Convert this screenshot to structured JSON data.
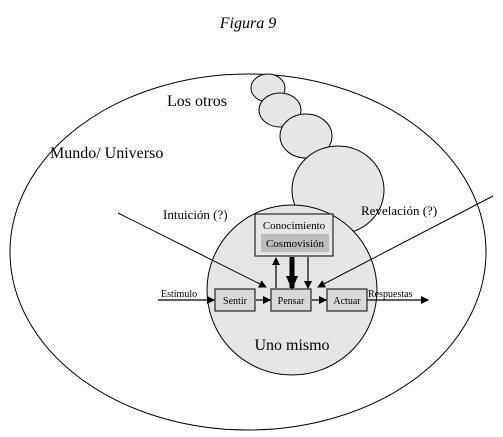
{
  "figure": {
    "title": "Figura 9",
    "outer_label": "Mundo/ Universo",
    "others_label": "Los otros",
    "self_label": "Uno mismo",
    "intuition_label": "Intuición (?)",
    "revelation_label": "Revelación (?)",
    "knowledge_label": "Conocimiento",
    "worldview_label": "Cosmovisión",
    "stimulus_label": "Estímulo",
    "responses_label": "Respuestas",
    "boxes": {
      "sentir": "Sentir",
      "pensar": "Pensar",
      "actuar": "Actuar"
    }
  }
}
